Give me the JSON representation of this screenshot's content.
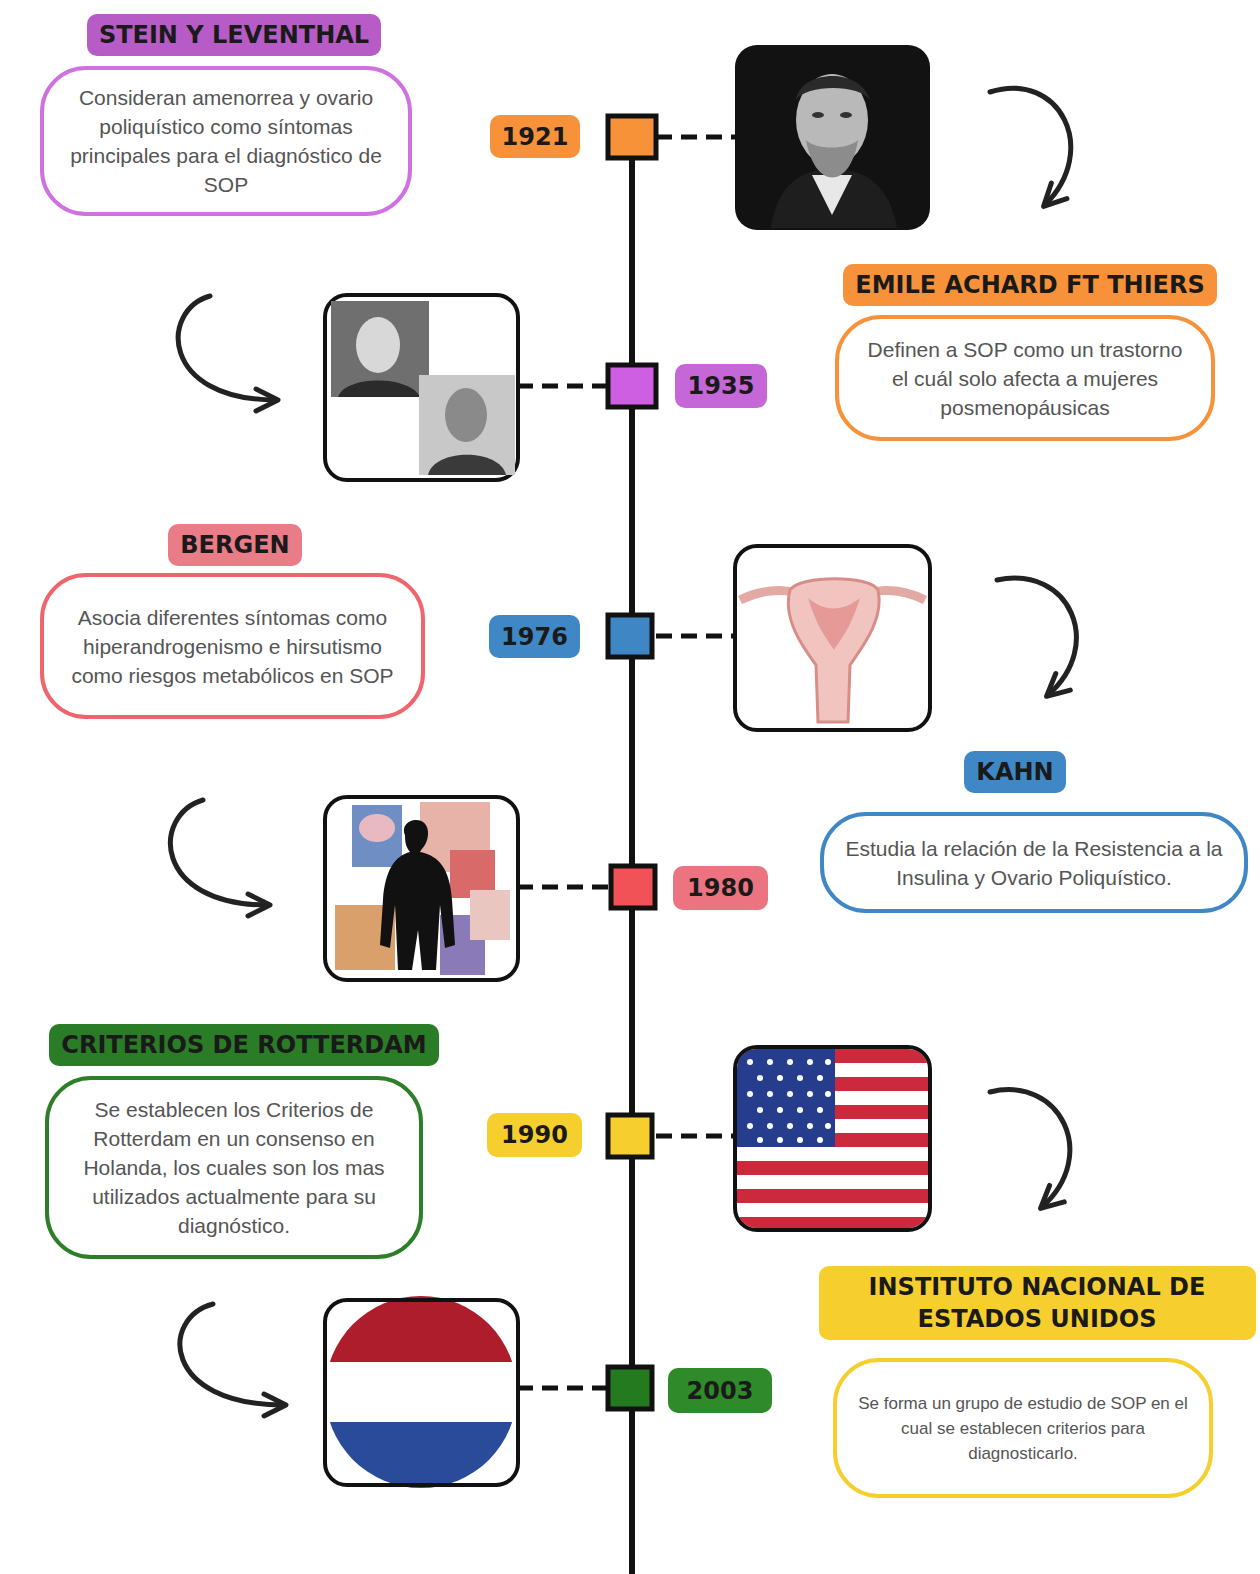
{
  "diagram": {
    "nodes": [
      {
        "text": [
          "STEIN Y LEVENTHAL",
          "Consideran amenorrea y ovario poliquístico como síntomas principales para el diagnóstico de SOP"
        ]
      },
      {
        "text": [
          "1921"
        ]
      },
      {
        "text": [
          "EMILE ACHARD FT THIERS",
          "Definen a SOP como un trastorno el cuál solo afecta a mujeres posmenopáusicas"
        ]
      },
      {
        "text": [
          "1935"
        ]
      },
      {
        "text": [
          "BERGEN",
          "Asocia diferentes síntomas como hiperandrogenismo e hirsutismo como riesgos metabólicos en SOP"
        ]
      },
      {
        "text": [
          "1976"
        ]
      },
      {
        "text": [
          "KAHN",
          "Estudia la relación de la Resistencia a la Insulina y Ovario Poliquístico."
        ]
      },
      {
        "text": [
          "1980"
        ]
      },
      {
        "text": [
          "CRITERIOS DE ROTTERDAM",
          "Se establecen los Criterios de Rotterdam en un consenso en Holanda, los cuales son los mas utilizados actualmente para su diagnóstico."
        ]
      },
      {
        "text": [
          "1990"
        ]
      },
      {
        "text": [
          "INSTITUTO NACIONAL DE ESTADOS UNIDOS",
          "Se forma un grupo de estudio de SOP en el cual se establecen criterios para diagnosticarlo."
        ]
      },
      {
        "text": [
          "2003"
        ]
      }
    ]
  }
}
